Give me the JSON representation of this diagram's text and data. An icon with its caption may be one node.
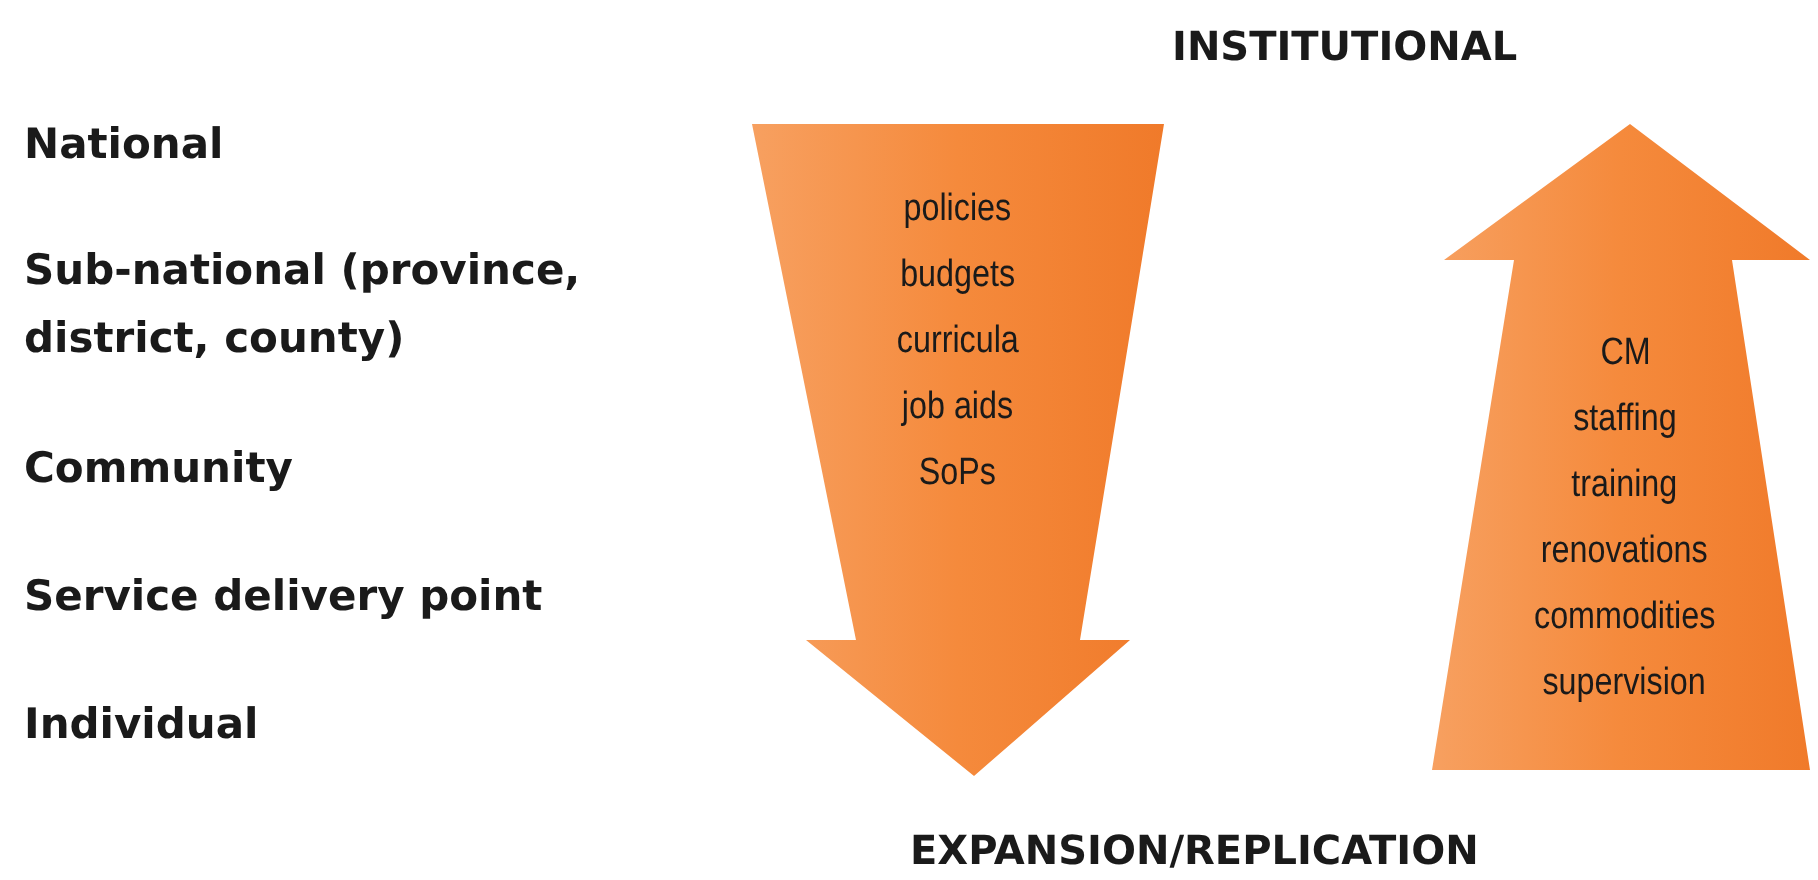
{
  "diagram": {
    "nodes": [
      {
        "text": [
          "policies",
          "budgets",
          "curricula",
          "job aids",
          "SoPs"
        ]
      },
      {
        "text": [
          "CM",
          "staffing",
          "training",
          "renovations",
          "commodities",
          "supervision"
        ]
      }
    ],
    "labels": [
      "INSTITUTIONAL",
      "National",
      "Sub-national (province, district, county)",
      "Community",
      "Service delivery point",
      "Individual",
      "EXPANSION/REPLICATION"
    ]
  }
}
